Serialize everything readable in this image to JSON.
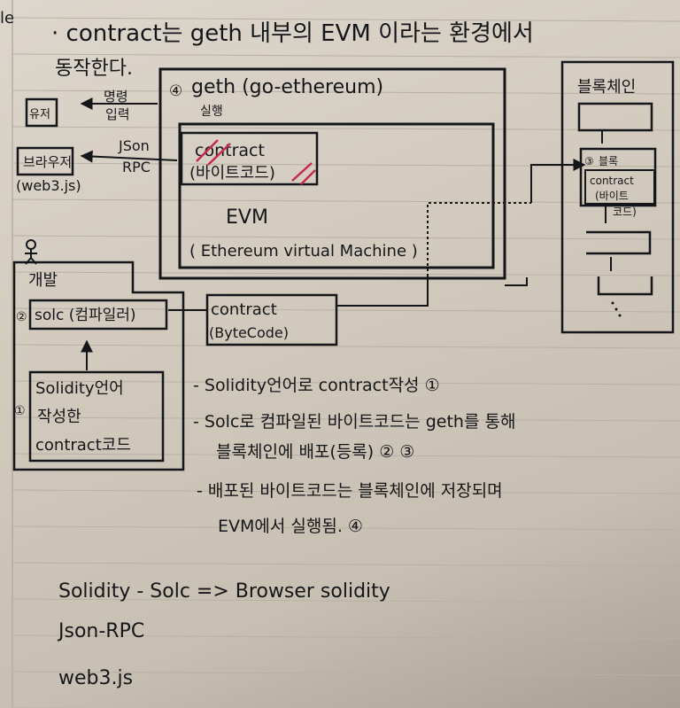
{
  "page": {
    "corner_mark": "le",
    "ruled_lines": 20,
    "ink_color": "#15161a",
    "highlight_color": "#c62a4a"
  },
  "intro": {
    "line1": "· contract는 geth 내부의 EVM 이라는 환경에서",
    "line2": "동작한다."
  },
  "left_nodes": {
    "user_box": "유저",
    "user_arrow_label_1": "명령",
    "user_arrow_label_2": "입력",
    "browser_box_1": "브라우저",
    "browser_box_2": "(web3.js)",
    "browser_arrow_label_1": "JSon",
    "browser_arrow_label_2": "RPC"
  },
  "geth": {
    "step": "④",
    "title": "geth (go-ethereum)",
    "exec_label": "실행",
    "contract_line1": "contract",
    "contract_line2": "(바이트코드)",
    "evm_title": "EVM",
    "evm_subtitle": "( Ethereum virtual Machine )"
  },
  "blockchain": {
    "title": "블록체인",
    "step": "③",
    "block_label_1": "블록",
    "contract_line1": "contract",
    "contract_line2": "(바이트",
    "contract_line3": "코드)"
  },
  "dev": {
    "person_icon": "person-icon",
    "title": "개발",
    "solc_step": "②",
    "solc_label": "solc (컴파일러)",
    "bytecode_line1": "contract",
    "bytecode_line2": "(ByteCode)",
    "source_step": "①",
    "source_line1": "Solidity언어",
    "source_line2": "작성한",
    "source_line3": "contract코드"
  },
  "notes": {
    "n1": "- Solidity언어로 contract작성 ①",
    "n2": "- Solc로 컴파일된 바이트코드는 geth를 통해",
    "n3": "블록체인에 배포(등록) ② ③",
    "n4": "- 배포된 바이트코드는 블록체인에 저장되며",
    "n5": "EVM에서 실행됨. ④"
  },
  "bottom": {
    "b1": "Solidity   - Solc => Browser solidity",
    "b2": "Json-RPC",
    "b3": "web3.js"
  }
}
